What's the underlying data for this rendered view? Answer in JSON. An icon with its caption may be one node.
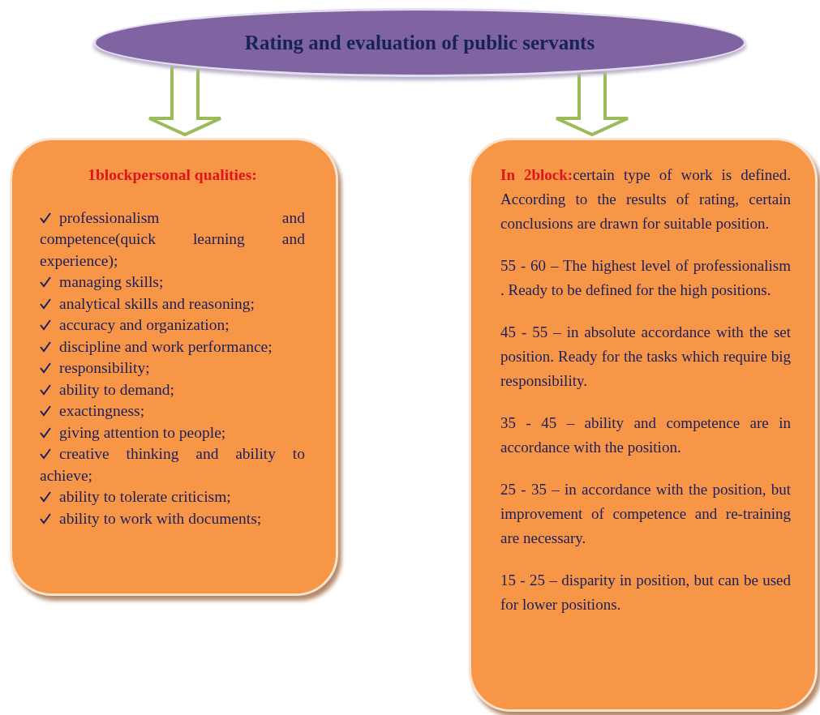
{
  "diagram": {
    "nodes": [
      {
        "text": [
          "Rating and evaluation of public servants"
        ]
      },
      {
        "text": [
          "1blockpersonal qualities:",
          "professionalism and competence(quick learning and experience);",
          "managing skills;",
          "analytical skills and reasoning;",
          "accuracy and organization;",
          "discipline and work performance;",
          "responsibility;",
          "ability to demand;",
          "exactingness;",
          "giving attention to people;",
          "creative thinking and ability to achieve;",
          "ability to tolerate criticism;",
          "ability to work with documents;"
        ]
      },
      {
        "text": [
          "**In 2block:**certain type of work is defined. According to the results of rating, certain conclusions are drawn for suitable position.",
          "55 - 60 – The highest level of professionalism . Ready to be defined for the high positions.",
          "45 - 55 – in absolute accordance with the set position. Ready for the tasks which require big responsibility.",
          "35 - 45 – ability and competence are in accordance with the position.",
          "25 - 35 – in accordance with the position, but improvement of competence and re-training are necessary.",
          "15 - 25 – disparity in position, but can be used for lower positions."
        ]
      }
    ],
    "edges": [
      {
        "from": 0,
        "to": 1,
        "arrow": "to"
      },
      {
        "from": 0,
        "to": 2,
        "arrow": "to"
      }
    ]
  }
}
